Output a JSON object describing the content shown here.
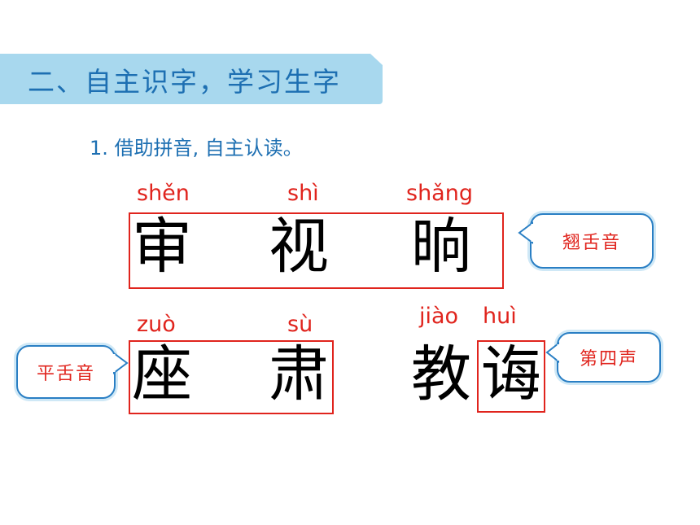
{
  "header": {
    "title": "二、自主识字，学习生字"
  },
  "instruction": "1. 借助拼音, 自主认读。",
  "row1": {
    "chars": [
      {
        "pinyin": "shěn",
        "hanzi": "审"
      },
      {
        "pinyin": "shì",
        "hanzi": "视"
      },
      {
        "pinyin": "shǎng",
        "hanzi": "晌"
      }
    ],
    "note": "翘舌音"
  },
  "row2": {
    "chars": [
      {
        "pinyin": "zuò",
        "hanzi": "座"
      },
      {
        "pinyin": "sù",
        "hanzi": "肃"
      },
      {
        "pinyin": "jiào",
        "hanzi": "教"
      },
      {
        "pinyin": "huì",
        "hanzi": "诲"
      }
    ],
    "note_left": "平舌音",
    "note_right": "第四声"
  },
  "colors": {
    "title_blue": "#1d6fb2",
    "banner_bg": "#a8d8ee",
    "accent_red": "#e0241d",
    "bubble_border": "#2a7fc4"
  }
}
